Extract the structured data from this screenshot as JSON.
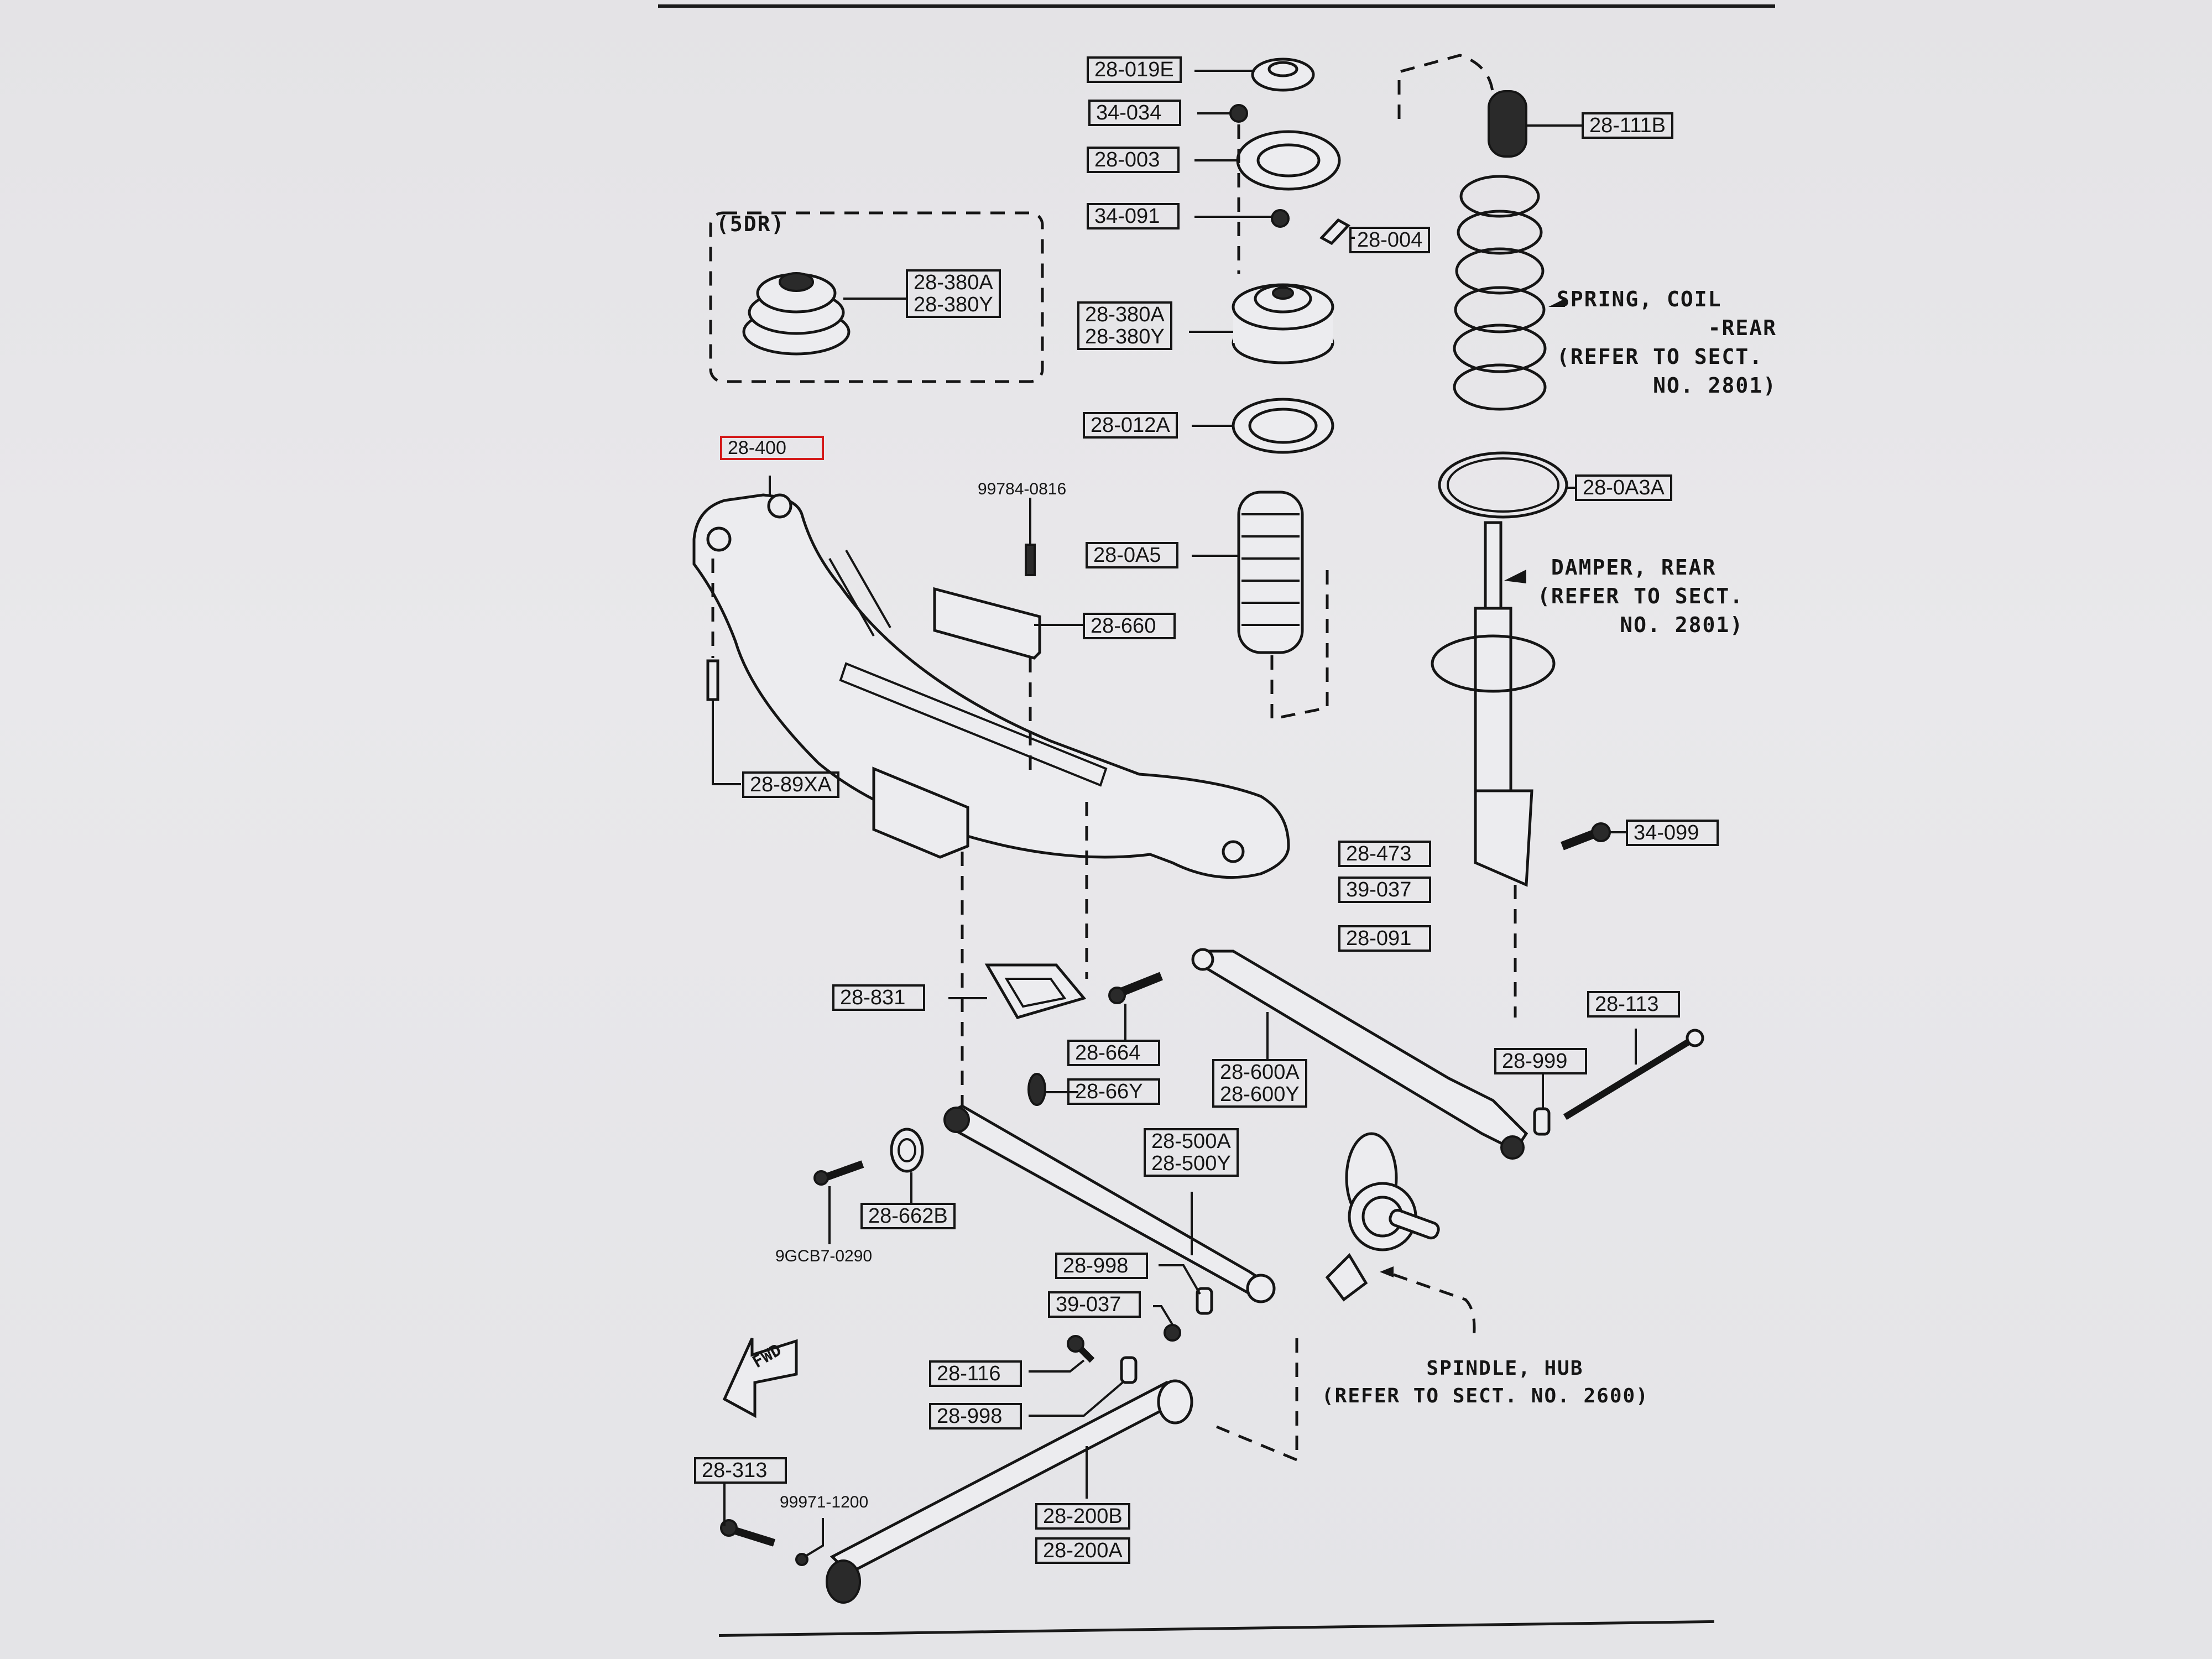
{
  "diagram": {
    "variant_box_title": "(5DR)",
    "fwd_arrow_text": "FWD",
    "highlight_color": "#d41a1a",
    "callouts": {
      "c_28_019E": "28-019E",
      "c_34_034": "34-034",
      "c_28_003": "28-003",
      "c_34_091": "34-091",
      "c_28_004": "28-004",
      "c_28_380_main": "28-380A\n28-380Y",
      "c_28_380_5dr": "28-380A\n28-380Y",
      "c_28_111B": "28-111B",
      "c_28_012A": "28-012A",
      "c_28_0A3A": "28-0A3A",
      "c_28_400": "28-400",
      "c_28_0A5": "28-0A5",
      "c_28_660": "28-660",
      "c_28_89XA": "28-89XA",
      "c_34_099": "34-099",
      "c_28_473": "28-473",
      "c_39_037_a": "39-037",
      "c_28_091": "28-091",
      "c_28_831": "28-831",
      "c_28_664": "28-664",
      "c_28_66Y": "28-66Y",
      "c_28_600": "28-600A\n28-600Y",
      "c_28_113": "28-113",
      "c_28_999": "28-999",
      "c_28_500": "28-500A\n28-500Y",
      "c_28_662B": "28-662B",
      "c_28_998_a": "28-998",
      "c_39_037_b": "39-037",
      "c_28_116": "28-116",
      "c_28_998_b": "28-998",
      "c_28_313": "28-313",
      "c_28_200B": "28-200B",
      "c_28_200A": "28-200A"
    },
    "unboxed_parts": {
      "p_99784": "99784-0816",
      "p_9GCB7": "9GCB7-0290",
      "p_99971": "99971-1200"
    },
    "notes": {
      "spring": "SPRING, COIL\n           -REAR\n(REFER TO SECT.\n       NO. 2801)",
      "damper": " DAMPER, REAR\n(REFER TO SECT.\n      NO. 2801)",
      "spindle": "        SPINDLE, HUB\n(REFER TO SECT. NO. 2600)"
    }
  }
}
